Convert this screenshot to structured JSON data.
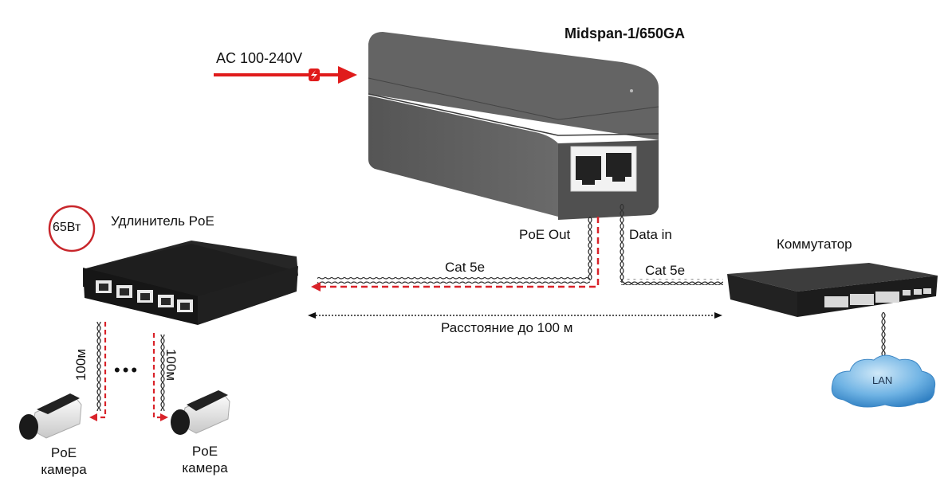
{
  "diagram": {
    "title": "PoE Midspan connection scheme",
    "power_input": {
      "label": "AC 100-240V",
      "icon": "lightning-icon",
      "color": "#e01b1b"
    },
    "midspan": {
      "model": "Midspan-1/650GA",
      "ports": [
        "PoE Out",
        "Data in"
      ]
    },
    "extender": {
      "label": "Удлинитель PoE",
      "power_badge": "65Вт",
      "badge_color": "#c8262b"
    },
    "switch": {
      "label": "Коммутатор"
    },
    "lan": {
      "label": "LAN"
    },
    "cables": {
      "to_extender": {
        "type": "Cat 5e",
        "power": true
      },
      "to_switch": {
        "type": "Cat 5e",
        "power": false
      },
      "distance": "Расстояние до 100 м",
      "camera_length": "100м"
    },
    "cameras": [
      {
        "line1": "PoE",
        "line2": "камера"
      },
      {
        "line1": "PoE",
        "line2": "камера"
      }
    ],
    "ellipsis": "•••",
    "colors": {
      "power_line": "#d9232a",
      "cable": "#333333",
      "cloud": "#5aa6dd",
      "device": "#2b2b2b"
    }
  }
}
